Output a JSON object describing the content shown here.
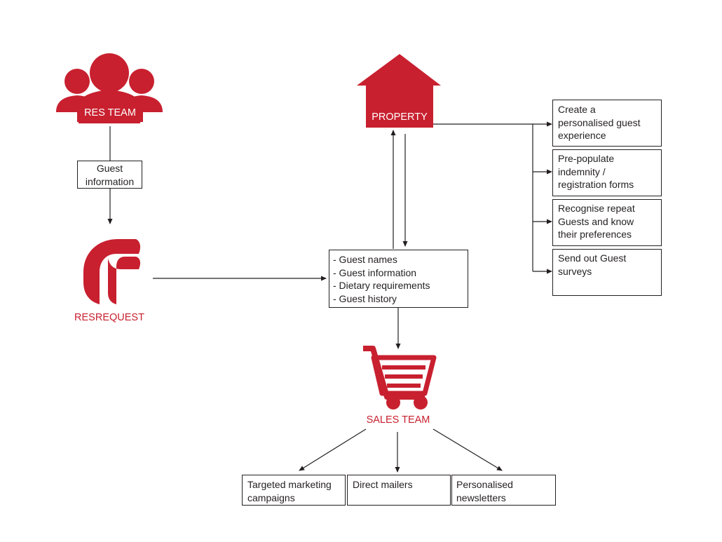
{
  "accent_color": "#c8202f",
  "line_color": "#231f20",
  "res_team": {
    "label": "RES TEAM",
    "icon": "people-group-icon"
  },
  "guest_info_box": {
    "lines": [
      "Guest",
      "information"
    ]
  },
  "resrequest": {
    "label": "RESREQUEST",
    "icon": "resrequest-logo"
  },
  "property": {
    "label": "PROPERTY",
    "icon": "house-icon"
  },
  "guest_data_box": {
    "lines": [
      "- Guest names",
      "- Guest information",
      "- Dietary requirements",
      "- Guest history"
    ]
  },
  "sales_team": {
    "label": "SALES TEAM",
    "icon": "shopping-cart-icon"
  },
  "property_outputs": [
    {
      "lines": [
        "Create a",
        "personalised guest",
        "experience"
      ]
    },
    {
      "lines": [
        "Pre-populate",
        "indemnity /",
        "registration forms"
      ]
    },
    {
      "lines": [
        "Recognise repeat",
        "Guests and know",
        "their preferences"
      ]
    },
    {
      "lines": [
        "Send out Guest",
        "surveys"
      ]
    }
  ],
  "sales_outputs": [
    {
      "lines": [
        "Targeted marketing",
        "campaigns"
      ]
    },
    {
      "lines": [
        "Direct mailers"
      ]
    },
    {
      "lines": [
        "Personalised",
        "newsletters"
      ]
    }
  ]
}
